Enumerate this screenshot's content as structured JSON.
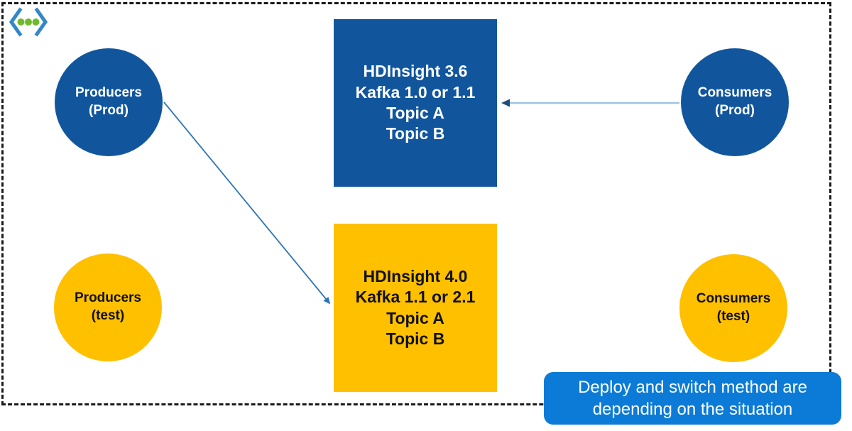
{
  "icon": {
    "name": "code-icon",
    "chevron_color": "#3287C9",
    "dot_color": "#6FBA2C"
  },
  "nodes": {
    "producers_prod": {
      "line1": "Producers",
      "line2": "(Prod)"
    },
    "producers_test": {
      "line1": "Producers",
      "line2": "(test)"
    },
    "consumers_prod": {
      "line1": "Consumers",
      "line2": "(Prod)"
    },
    "consumers_test": {
      "line1": "Consumers",
      "line2": "(test)"
    }
  },
  "clusters": {
    "hdinsight36": {
      "lines": [
        "HDInsight 3.6",
        "Kafka 1.0 or 1.1",
        "Topic A",
        "Topic B"
      ]
    },
    "hdinsight40": {
      "lines": [
        "HDInsight 4.0",
        "Kafka 1.1 or 2.1",
        "Topic A",
        "Topic B"
      ]
    }
  },
  "callout": {
    "lines": [
      "Deploy and switch method are",
      "depending on the situation"
    ]
  },
  "colors": {
    "prod_dark_blue": "#11569D",
    "test_gold": "#FFC000",
    "callout_blue": "#0C7BD7",
    "diagonal_arrow_blue": "#2E75B6",
    "horizontal_line_light_blue": "#9DC3E6",
    "horizontal_arrowhead_dark_blue": "#1F4E79",
    "frame_dash": "#1A1A1A"
  }
}
